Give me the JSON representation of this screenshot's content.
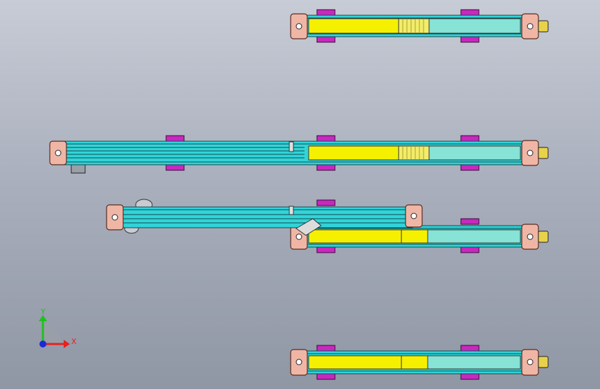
{
  "viewport": {
    "title": "",
    "background_top": "#c7ccd6",
    "background_bottom": "#8f96a4"
  },
  "colors": {
    "profile": "#32d4d8",
    "profile_dark": "#0a8f93",
    "cap": "#efb6a6",
    "cap_outline": "#5a2a20",
    "carriage_yellow": "#f5f000",
    "carriage_teal": "#86e3d6",
    "bracket_magenta": "#c828c0",
    "motor_block": "#e8d24a"
  },
  "assembly": {
    "actuators": [
      {
        "name": "actuator-top",
        "has_carriage": true
      },
      {
        "name": "actuator-middle-long",
        "has_carriage": true
      },
      {
        "name": "actuator-angled-arm",
        "has_carriage": false
      },
      {
        "name": "actuator-center-lower",
        "has_carriage": true
      },
      {
        "name": "actuator-bottom",
        "has_carriage": true
      }
    ]
  },
  "triad": {
    "x_label": "X",
    "y_label": "Y",
    "x_color": "#e82020",
    "y_color": "#20c020",
    "z_color": "#1a2ad8"
  }
}
